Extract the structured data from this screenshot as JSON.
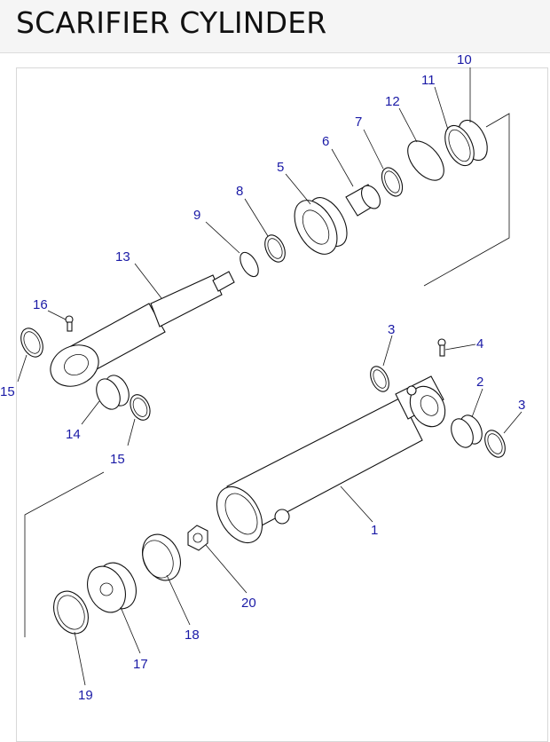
{
  "page": {
    "title": "SCARIFIER CYLINDER"
  },
  "colors": {
    "label": "#1a1aa6",
    "line": "#111111",
    "header_bg": "#f5f5f5"
  },
  "parts": [
    {
      "number": "1"
    },
    {
      "number": "2"
    },
    {
      "number": "3"
    },
    {
      "number": "3"
    },
    {
      "number": "4"
    },
    {
      "number": "5"
    },
    {
      "number": "6"
    },
    {
      "number": "7"
    },
    {
      "number": "8"
    },
    {
      "number": "9"
    },
    {
      "number": "10"
    },
    {
      "number": "11"
    },
    {
      "number": "12"
    },
    {
      "number": "13"
    },
    {
      "number": "14"
    },
    {
      "number": "15"
    },
    {
      "number": "15"
    },
    {
      "number": "16"
    },
    {
      "number": "17"
    },
    {
      "number": "18"
    },
    {
      "number": "19"
    },
    {
      "number": "20"
    }
  ]
}
